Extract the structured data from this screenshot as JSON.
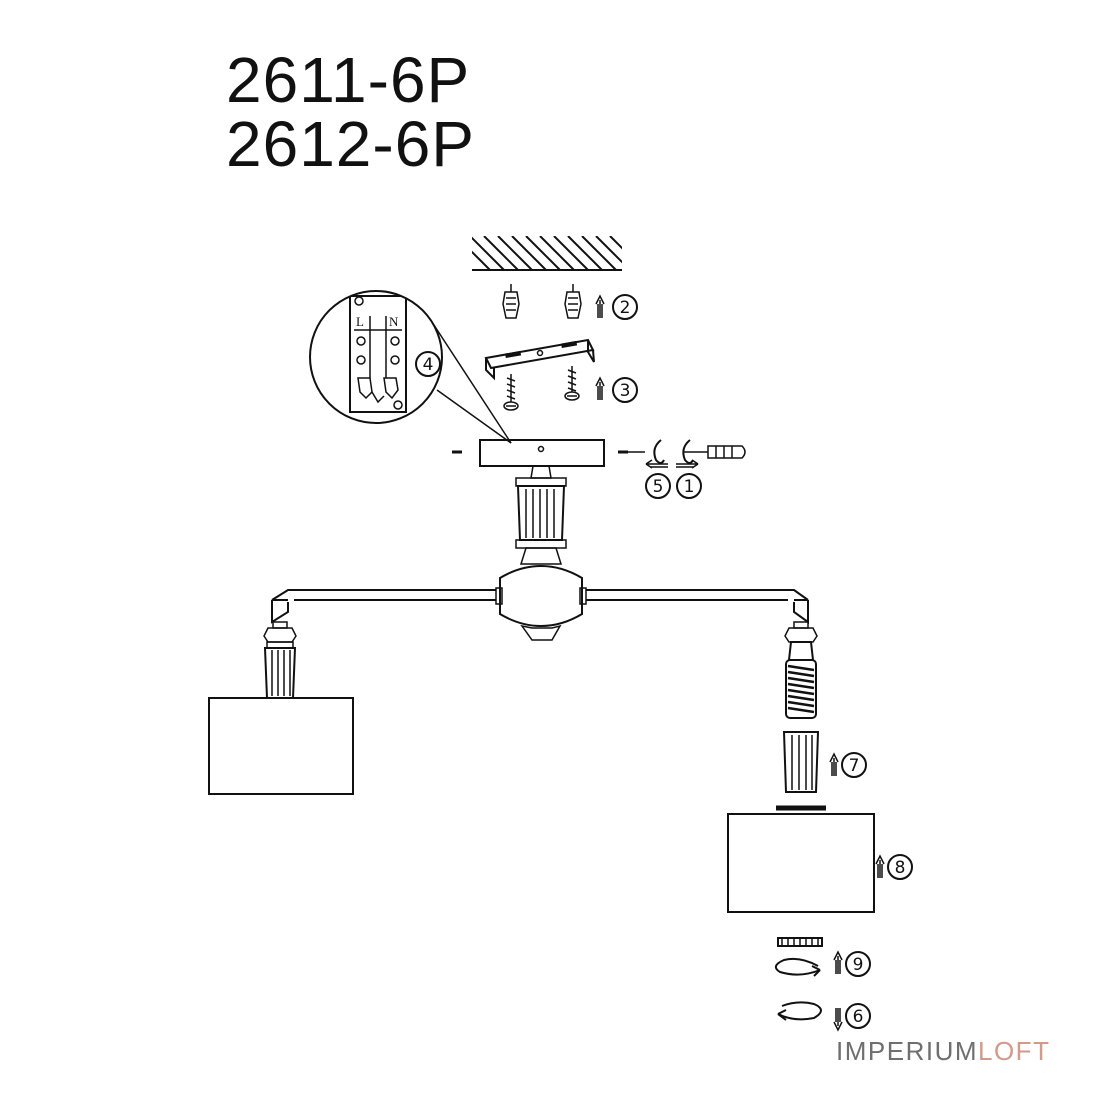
{
  "header": {
    "model_1": "2611-6P",
    "model_2": "2612-6P"
  },
  "terminal": {
    "label_l": "L",
    "label_n": "N"
  },
  "steps": {
    "s1": "1",
    "s2": "2",
    "s3": "3",
    "s4": "4",
    "s5": "5",
    "s6": "6",
    "s7": "7",
    "s8": "8",
    "s9": "9"
  },
  "brand": {
    "part1": "IMPERIUM",
    "part2": "LOFT"
  },
  "colors": {
    "line": "#111111",
    "brand_gray": "#6f6f6f",
    "brand_accent": "#d29a8a"
  }
}
